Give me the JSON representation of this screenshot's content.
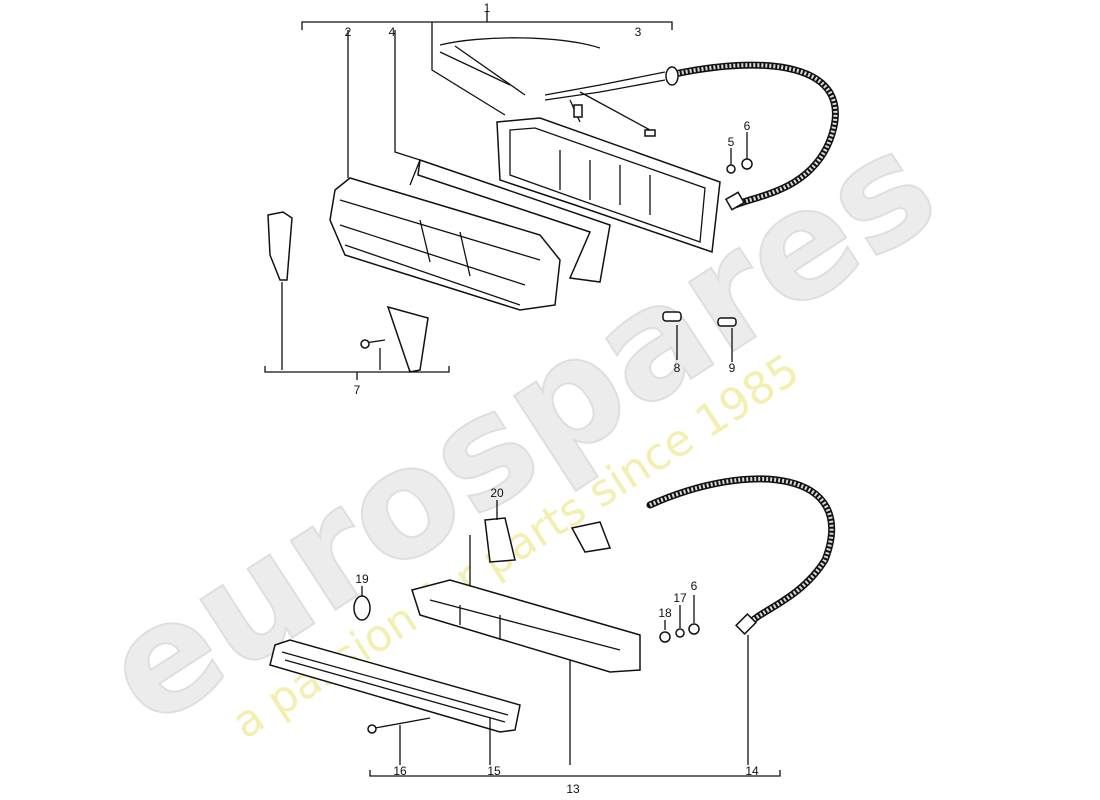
{
  "watermark": {
    "brand": "eurospares",
    "tagline": "a passion for parts since 1985",
    "brand_color": "#e6e6e6",
    "tagline_color": "#f0eba0"
  },
  "callouts": {
    "c1": "1",
    "c2": "2",
    "c3": "3",
    "c4": "4",
    "c5": "5",
    "c6a": "6",
    "c7": "7",
    "c8": "8",
    "c9": "9",
    "c20": "20",
    "c19": "19",
    "c18": "18",
    "c17": "17",
    "c6b": "6",
    "c13": "13",
    "c14": "14",
    "c15": "15",
    "c16": "16"
  }
}
